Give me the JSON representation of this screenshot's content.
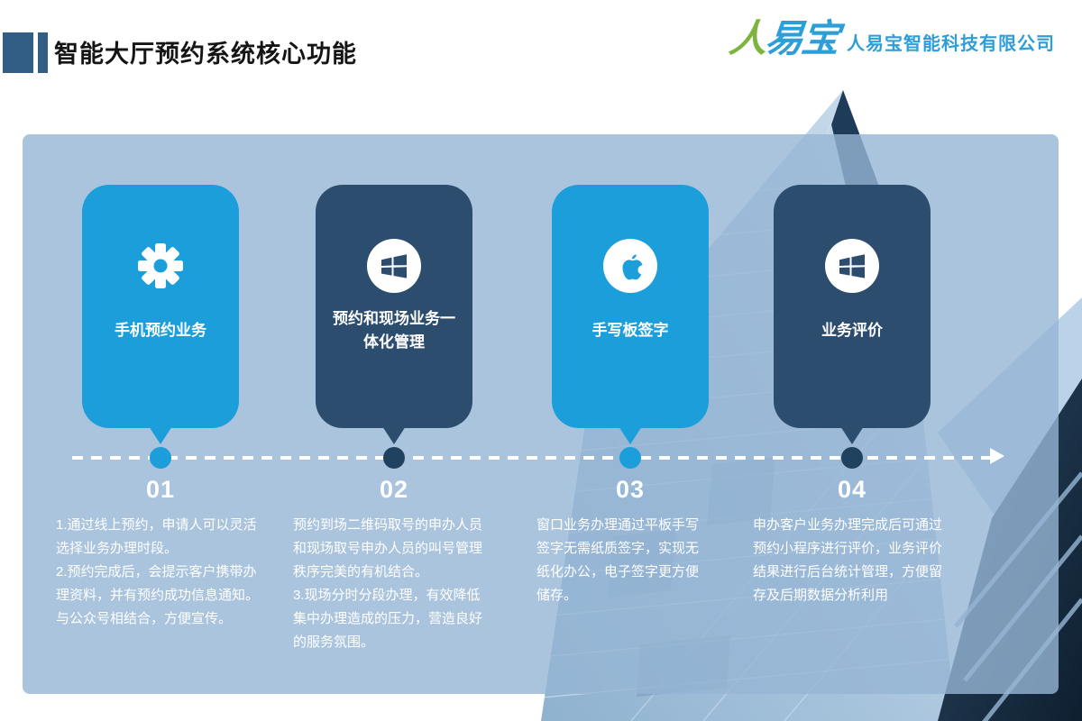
{
  "header": {
    "title": "智能大厅预约系统核心功能",
    "logo": {
      "brand_ren": "人",
      "brand_rest": "易宝",
      "company": "人易宝智能科技有限公司"
    }
  },
  "colors": {
    "light_card": "#1b9ed9",
    "dark_card": "#2c4d6e",
    "panel": "#adc5de",
    "logo_green": "#7cb43e",
    "logo_blue": "#2e9ed6",
    "title_block": "#325d85"
  },
  "features": [
    {
      "number": "01",
      "icon": "gear-icon",
      "title": "手机预约业务",
      "description": "1.通过线上预约，申请人可以灵活\n选择业务办理时段。\n2.预约完成后，会提示客户携带办\n理资料，并有预约成功信息通知。\n与公众号相结合，方便宣传。"
    },
    {
      "number": "02",
      "icon": "windows-icon",
      "title": "预约和现场业务一体化管理",
      "description": "预约到场二维码取号的申办人员\n和现场取号申办人员的叫号管理\n秩序完美的有机结合。\n3.现场分时分段办理，有效降低\n集中办理造成的压力，营造良好\n的服务氛围。"
    },
    {
      "number": "03",
      "icon": "apple-icon",
      "title": "手写板签字",
      "description": "窗口业务办理通过平板手写\n签字无需纸质签字，实现无\n纸化办公，电子签字更方便\n储存。"
    },
    {
      "number": "04",
      "icon": "windows-icon",
      "title": "业务评价",
      "description": "申办客户业务办理完成后可通过\n预约小程序进行评价，业务评价\n结果进行后台统计管理，方便留\n存及后期数据分析利用"
    }
  ]
}
